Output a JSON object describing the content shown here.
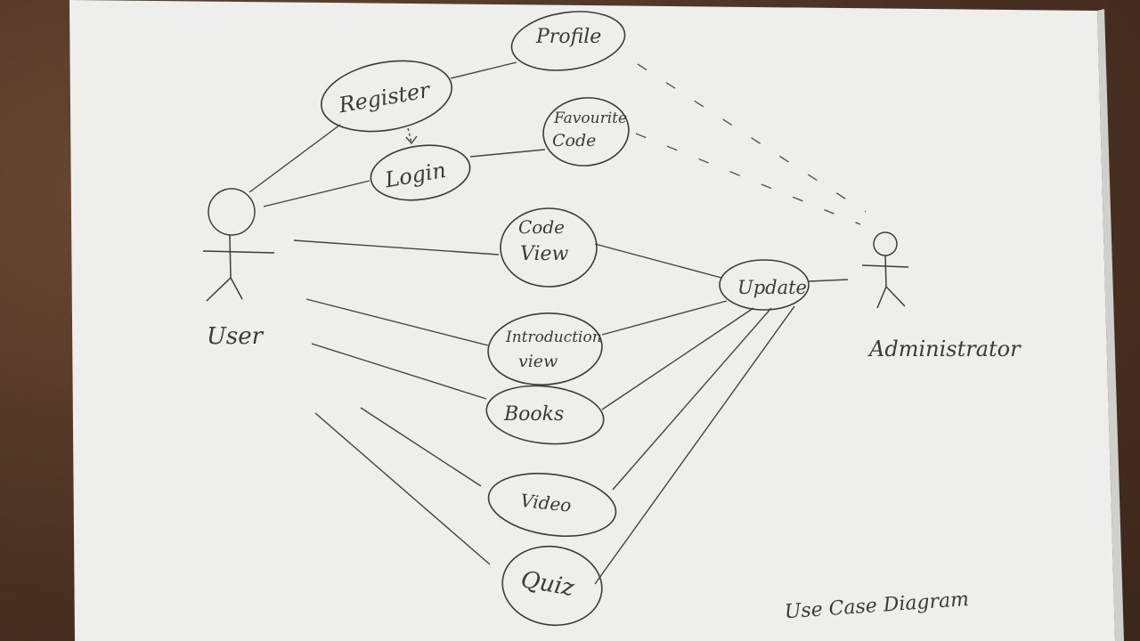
{
  "diagram": {
    "caption": "Use Case Diagram",
    "actors": {
      "user": "User",
      "admin": "Administrator"
    },
    "use_cases": {
      "profile": "Profile",
      "register": "Register",
      "login": "Login",
      "favourite_line1": "Favourite",
      "favourite_line2": "Code",
      "code_view_line1": "Code",
      "code_view_line2": "View",
      "update": "Update",
      "intro_line1": "Introduction",
      "intro_line2": "view",
      "books": "Books",
      "video": "Video",
      "quiz": "Quiz"
    }
  },
  "colors": {
    "paper": "#eeeeec",
    "ink": "#3a3a3a",
    "background": "#4a3122"
  }
}
